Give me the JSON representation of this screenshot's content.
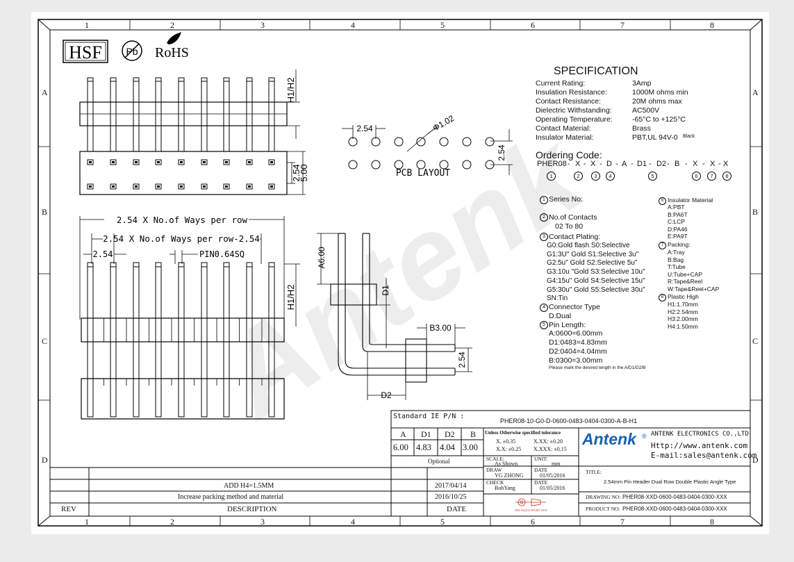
{
  "grid": {
    "columns": [
      "1",
      "2",
      "3",
      "4",
      "5",
      "6",
      "7",
      "8"
    ],
    "rows": [
      "A",
      "B",
      "C",
      "D"
    ]
  },
  "logos": {
    "hsf": "HSF",
    "pb": "Pb",
    "rohs": "RoHS",
    "watermark": "Antenk"
  },
  "dims": {
    "h1h2": "H1/H2",
    "dim_254": "2.54",
    "dim_500": "5.00",
    "ways_per_row": "2.54 X No.of Ways per row",
    "ways_per_row_minus": "2.54 X No.of Ways per row-2.54",
    "pin": "PIN0.64SQ",
    "hole": "Φ1.02",
    "pcb_layout": "PCB LAYOUT",
    "a600": "A6.00",
    "d1": "D1",
    "b300": "B3.00",
    "d2": "D2"
  },
  "spec": {
    "title": "SPECIFICATION",
    "rows": [
      {
        "label": "Current Rating:",
        "value": "3Amp"
      },
      {
        "label": "Insulation Resistance:",
        "value": "1000M ohms min"
      },
      {
        "label": "Contact Resistance:",
        "value": "20M ohms max"
      },
      {
        "label": "Dielectric Withstanding:",
        "value": "AC500V"
      },
      {
        "label": "Operating Temperature:",
        "value": "-65°C to +125°C"
      },
      {
        "label": "Contact Material:",
        "value": "Brass"
      },
      {
        "label": "Insulator Material:",
        "value": "PBT,UL 94V-0"
      }
    ],
    "black": "Black"
  },
  "ordering": {
    "title": "Ordering Code:",
    "code": [
      "PHER08",
      "-",
      "X",
      "-",
      "X",
      "-",
      "D",
      "-",
      "A",
      "-",
      "D1",
      "-",
      "D2",
      "-",
      "B",
      "-",
      "X",
      "-",
      "X",
      "-",
      "X"
    ],
    "markers": [
      "1",
      "2",
      "3",
      "4",
      "5",
      "6",
      "7",
      "8"
    ]
  },
  "options_left": {
    "series": "Series No:",
    "contacts": "No.of Contacts",
    "contacts_range": "02 To 80",
    "plating": "Contact Plating:",
    "plating_items": [
      "G0:Gold flash S0:Selective",
      "G1:3U\" Gold   S1:Selective 3u\"",
      "G2:5u\" Gold   S2:Selective 5u\"",
      "G3:10u \"Gold  S3:Selective 10u\"",
      "G4:15u\" Gold  S4:Selective 15u\"",
      "G5:30u\" Gold  S5:Selective 30u\"",
      "SN:Tin"
    ],
    "connector": "Connector Type",
    "connector_item": "D:Dual",
    "pin_length": "Pin Length:",
    "pin_items": [
      "A:0600=6.00mm",
      "D1:0483=4.83mm",
      "D2:0404=4.04mm",
      "B:0300=3.00mm"
    ],
    "note": "Please mark the desired length in the A/D1/D2/B"
  },
  "options_right": {
    "insulator": "Insulator Material",
    "insulator_items": [
      "A:PBT",
      "B:PA6T",
      "C:LCP",
      "D:PA46",
      "E:PA9T"
    ],
    "packing": "Packing:",
    "packing_items": [
      "A:Tray",
      "B:Bag",
      "T:Tube",
      "U:Tube+CAP",
      "R:Tape&Reel",
      "W:Tape&Reel+CAP"
    ],
    "plastic": "Plastic High",
    "plastic_items": [
      "H1:1.70mm",
      "H2:2.54mm",
      "H3:2.00mm",
      "H4:1.50mm"
    ]
  },
  "title_block": {
    "std_label": "Standard IE P/N :",
    "std_value": "PHER08-10-G0-D-0600-0483-0404-0300-A-B-H1",
    "dim_headers": [
      "A",
      "D1",
      "D2",
      "B"
    ],
    "dim_values": [
      "6.00",
      "4.83",
      "4.04",
      "3.00"
    ],
    "optional": "Optional",
    "tol_title": "Unless Otherwise specified tolerance",
    "tol_1": "X. ±0.35",
    "tol_2": "X.XX: ±0.20",
    "tol_3": "X.X: ±0.25",
    "tol_4": "X.XXX: ±0.15",
    "company": "ANTENK ELECTRONICS CO.,LTD",
    "brand": "Antenk",
    "reg": "®",
    "url": "Http://www.antenk.com",
    "email": "E-mail:sales@antenk.com",
    "scale_label": "SCALE:",
    "scale_value": "As Shown",
    "unit_label": "UNIT:",
    "unit_value": "mm",
    "draw_label": "DRAW",
    "draw_value": "YG ZHONG",
    "date_label": "DATE",
    "draw_date": "01/05/2016",
    "check_label": "CHECK",
    "check_value": "BobYang",
    "check_date": "01/05/2016",
    "projection": "3RD ANGLE PROJECTION",
    "title_label": "TITLE:",
    "title_value": "2.54mm Pin Header Dual Row Double Plastic Angle Type",
    "drawing_label": "DRAWING NO:",
    "drawing_value": "PHER08-XXD-0600-0483-0404-0300-XXX",
    "product_label": "PRODUCT NO:",
    "product_value": "PHER08-XXD-0600-0483-0404-0300-XXX"
  },
  "revisions": {
    "rows": [
      {
        "desc": "ADD H4=1.5MM",
        "date": "2017/04/14"
      },
      {
        "desc": "Increase packing method and material",
        "date": "2016/10/25"
      }
    ],
    "headers": {
      "rev": "REV",
      "desc": "DESCRIPTION",
      "date": "DATE"
    }
  }
}
